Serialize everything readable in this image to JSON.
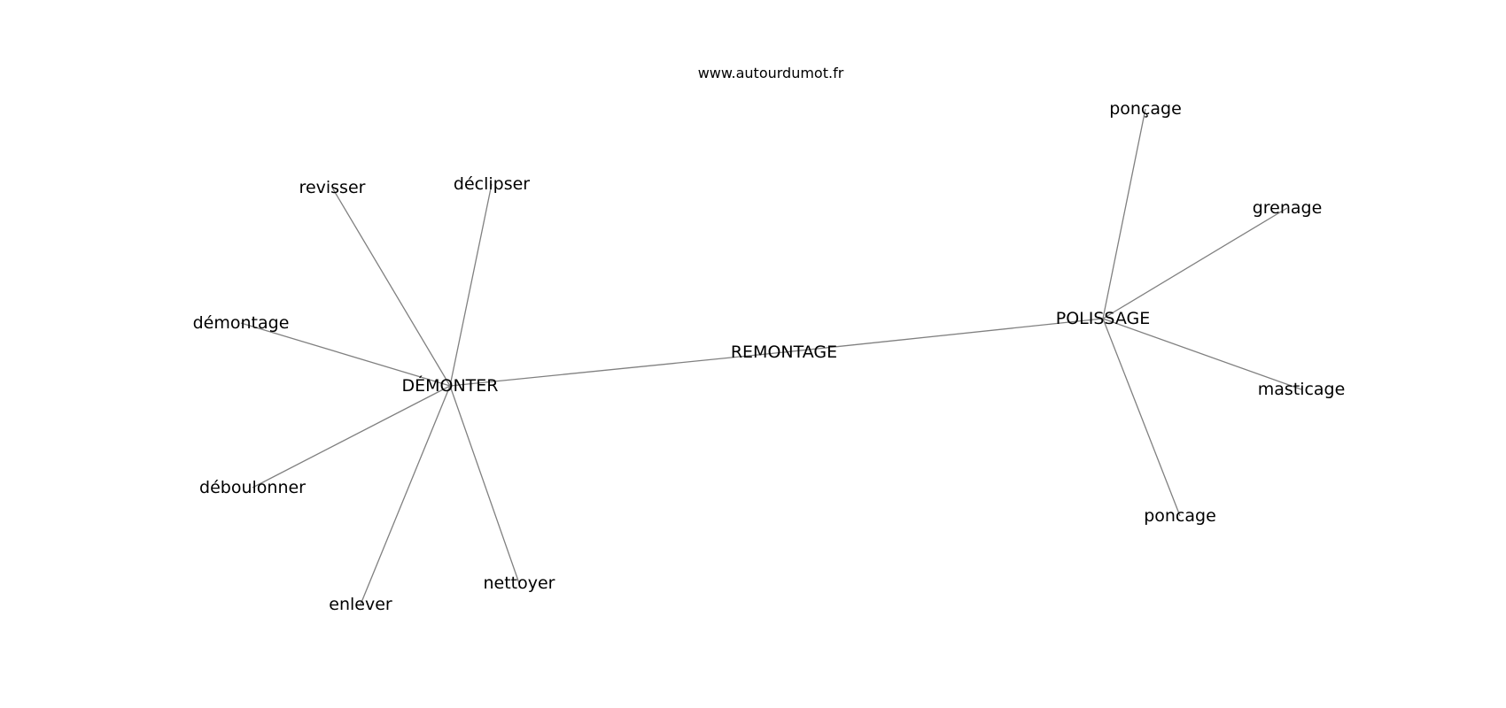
{
  "source": "www.autourdumot.fr",
  "graph": {
    "nodes": [
      {
        "id": "remontage",
        "label": "REMONTAGE"
      },
      {
        "id": "demonter",
        "label": "DÉMONTER"
      },
      {
        "id": "polissage",
        "label": "POLISSAGE"
      },
      {
        "id": "revisser",
        "label": "revisser"
      },
      {
        "id": "declipser",
        "label": "déclipser"
      },
      {
        "id": "demontage",
        "label": "démontage"
      },
      {
        "id": "deboulonner",
        "label": "déboulonner"
      },
      {
        "id": "enlever",
        "label": "enlever"
      },
      {
        "id": "nettoyer",
        "label": "nettoyer"
      },
      {
        "id": "poncage1",
        "label": "ponçage"
      },
      {
        "id": "grenage",
        "label": "grenage"
      },
      {
        "id": "masticage",
        "label": "masticage"
      },
      {
        "id": "poncage2",
        "label": "poncage"
      }
    ],
    "edges": [
      [
        "demonter",
        "remontage"
      ],
      [
        "remontage",
        "polissage"
      ],
      [
        "demonter",
        "revisser"
      ],
      [
        "demonter",
        "declipser"
      ],
      [
        "demonter",
        "demontage"
      ],
      [
        "demonter",
        "deboulonner"
      ],
      [
        "demonter",
        "enlever"
      ],
      [
        "demonter",
        "nettoyer"
      ],
      [
        "polissage",
        "poncage1"
      ],
      [
        "polissage",
        "grenage"
      ],
      [
        "polissage",
        "masticage"
      ],
      [
        "polissage",
        "poncage2"
      ]
    ]
  }
}
